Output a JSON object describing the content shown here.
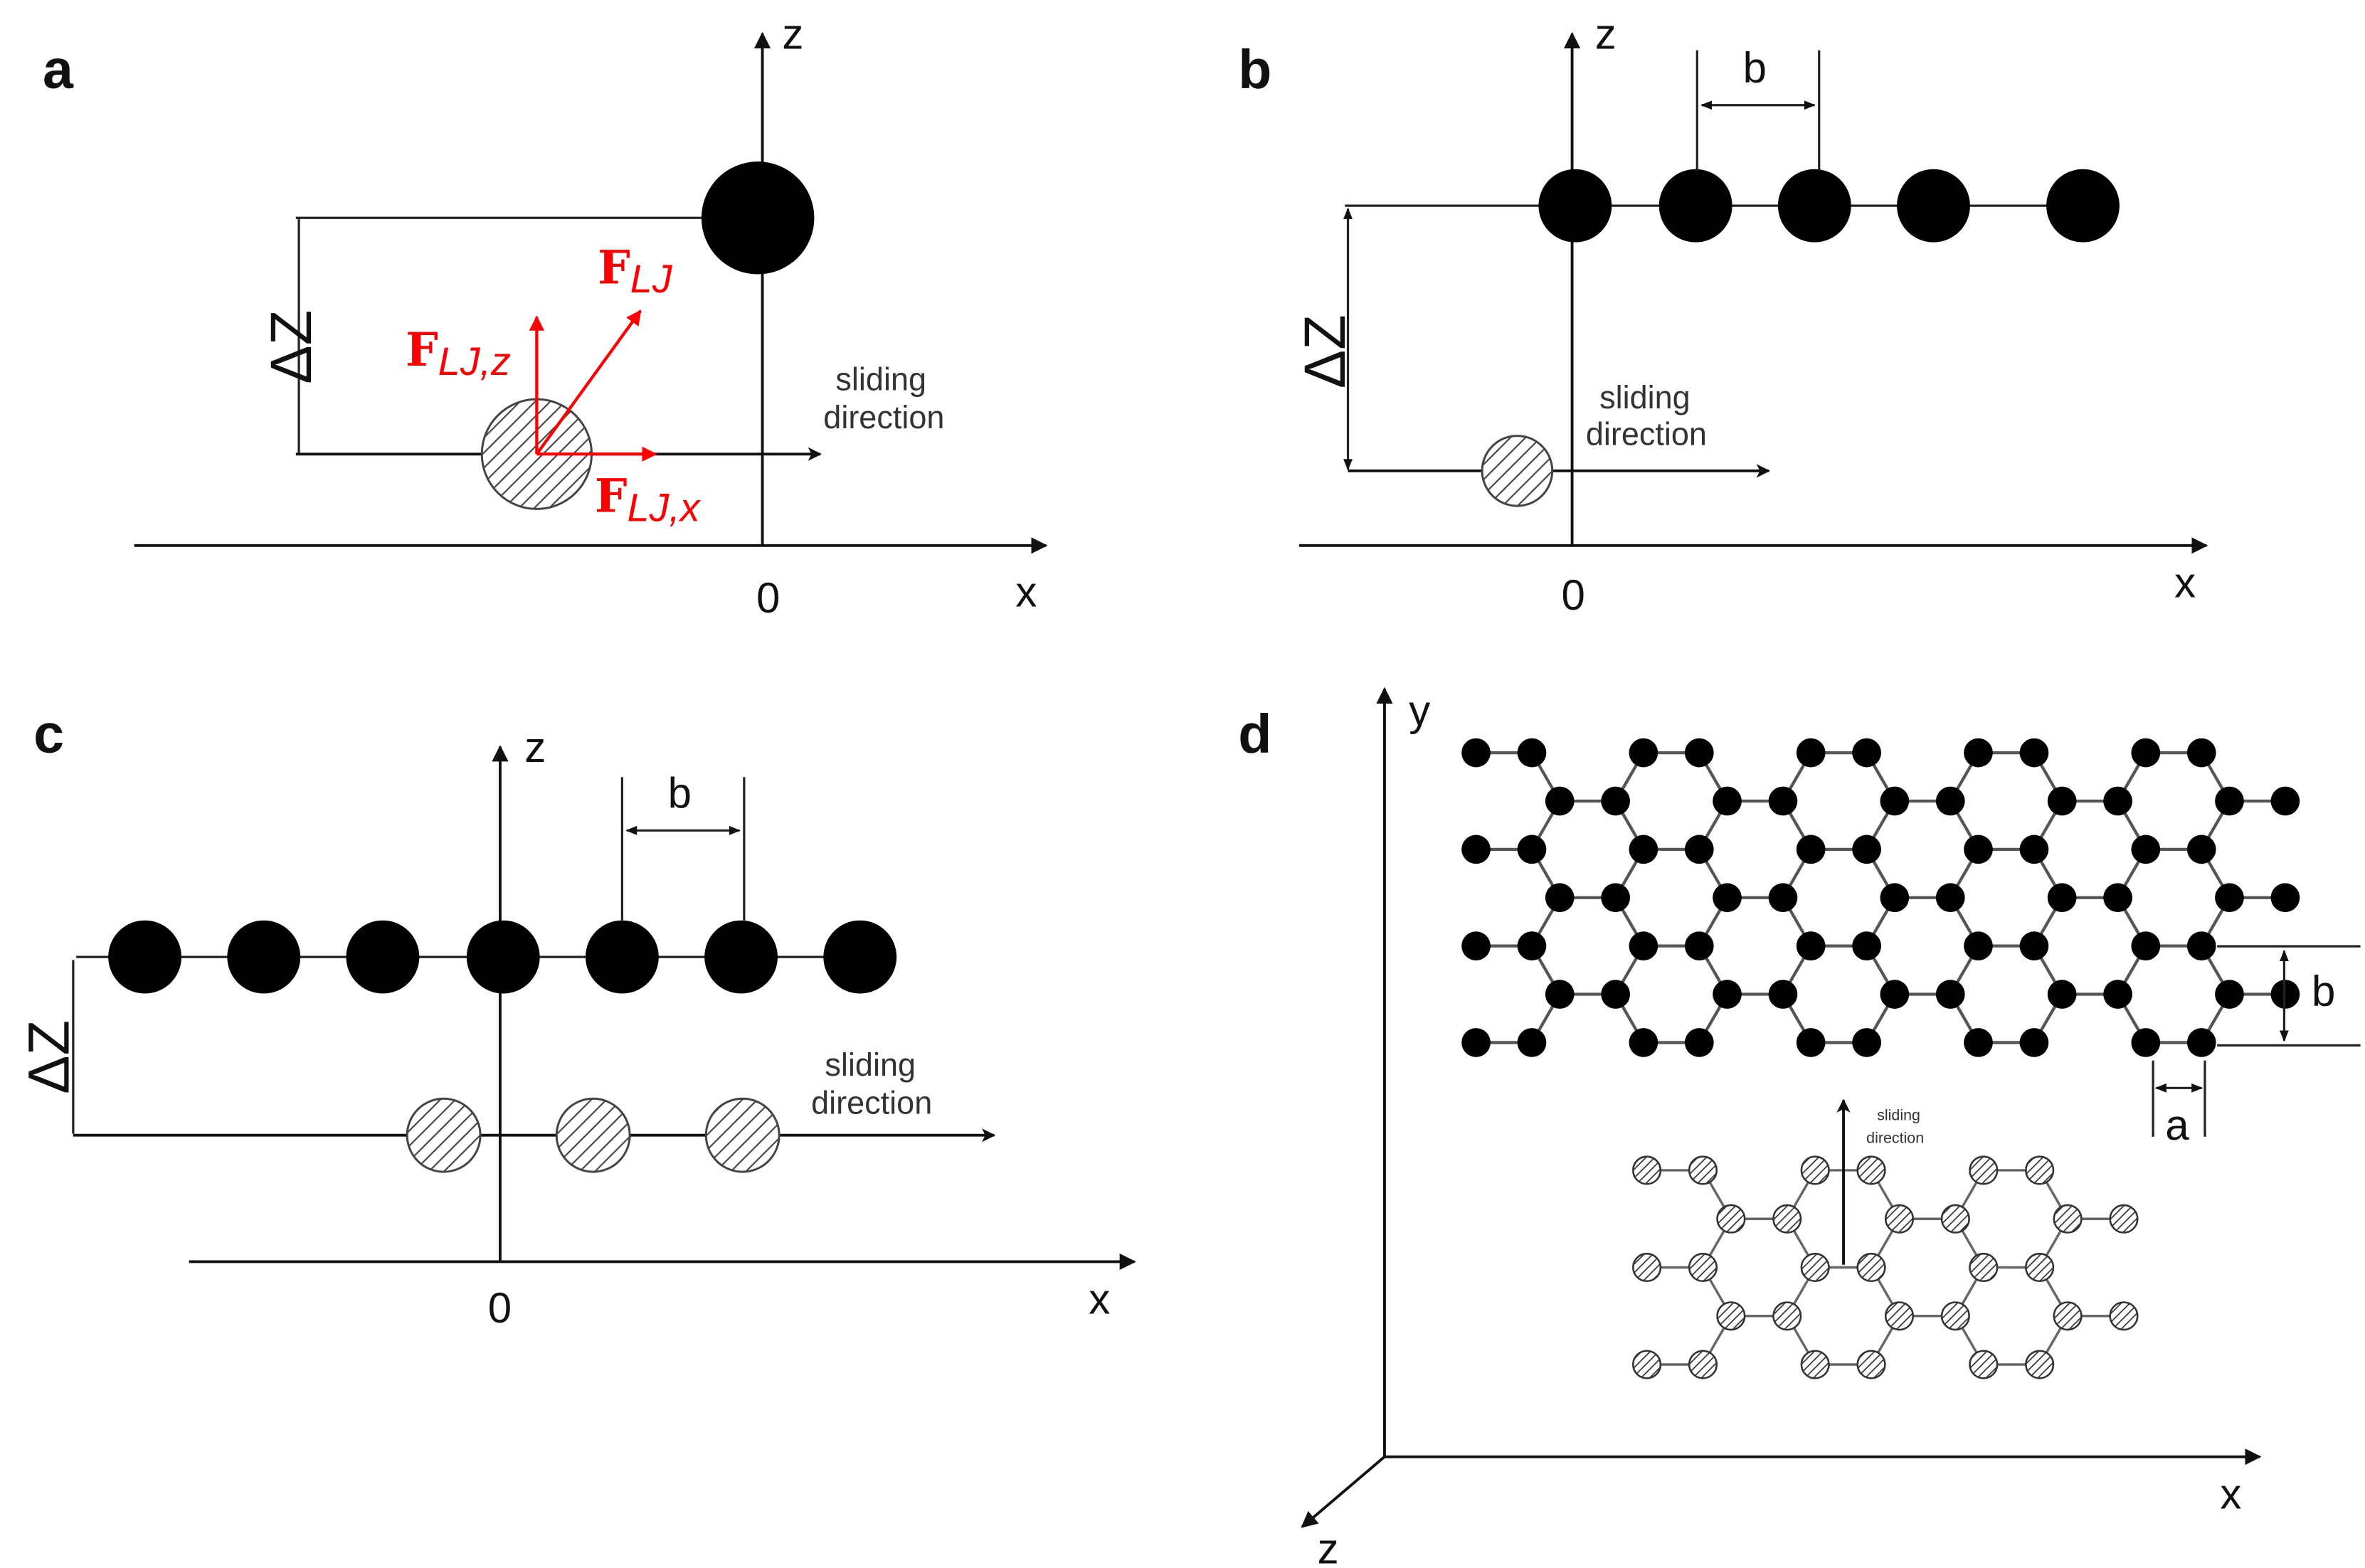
{
  "panels": {
    "a": {
      "letter": "a",
      "axis_z": "z",
      "axis_x": "x",
      "origin": "0",
      "dz": "ΔZ",
      "sliding": [
        "sliding",
        "direction"
      ],
      "force_main": "F",
      "force_main_sub": "LJ",
      "force_z": "F",
      "force_z_sub": "LJ,z",
      "force_x": "F",
      "force_x_sub": "LJ,x"
    },
    "b": {
      "letter": "b",
      "axis_z": "z",
      "axis_x": "x",
      "origin": "0",
      "dz": "ΔZ",
      "spacing": "b",
      "sliding": [
        "sliding",
        "direction"
      ]
    },
    "c": {
      "letter": "c",
      "axis_z": "z",
      "axis_x": "x",
      "origin": "0",
      "dz": "ΔZ",
      "spacing": "b",
      "sliding": [
        "sliding",
        "direction"
      ]
    },
    "d": {
      "letter": "d",
      "axis_y": "y",
      "axis_x": "x",
      "axis_z": "z",
      "spacing_b": "b",
      "spacing_a": "a",
      "sliding": [
        "sliding",
        "direction"
      ]
    }
  },
  "colors": {
    "force": "#ff0000",
    "atom_upper": "#000000",
    "line": "#111111"
  }
}
